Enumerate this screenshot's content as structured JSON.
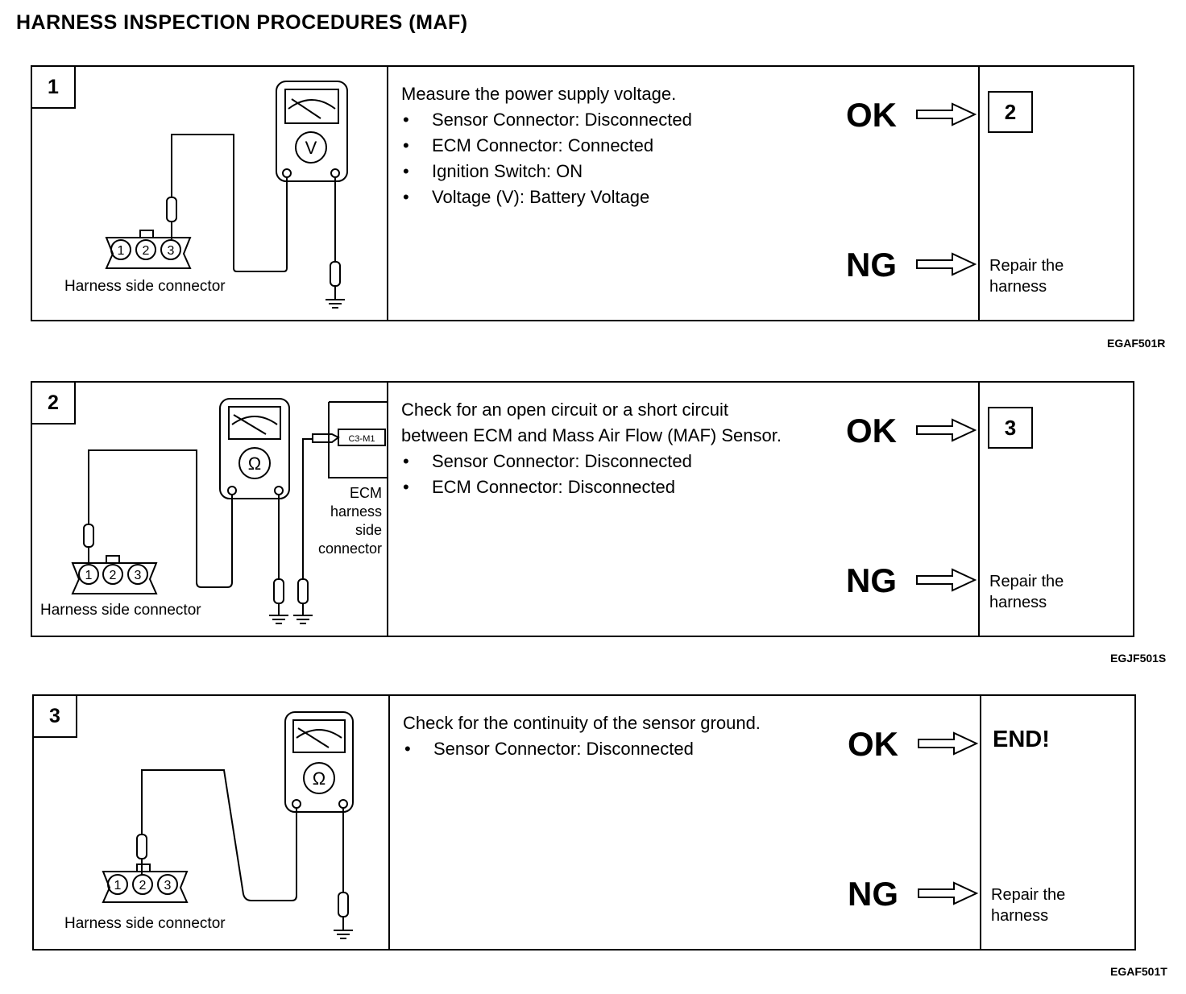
{
  "title": "HARNESS INSPECTION PROCEDURES (MAF)",
  "labels": {
    "ok": "OK",
    "ng": "NG",
    "repair": "Repair the harness",
    "connector_caption": "Harness side connector"
  },
  "connector_pins": [
    "1",
    "2",
    "3"
  ],
  "steps": [
    {
      "number": "1",
      "meter_symbol": "V",
      "description": [
        "Measure the power supply voltage."
      ],
      "bullets": [
        "Sensor Connector: Disconnected",
        "ECM Connector: Connected",
        "Ignition Switch: ON",
        "Voltage (V): Battery Voltage"
      ],
      "ok_result": "2",
      "figure_code": "EGAF501R"
    },
    {
      "number": "2",
      "meter_symbol": "Ω",
      "description": [
        "Check for an open circuit or a short circuit",
        "between ECM and Mass Air Flow (MAF) Sensor."
      ],
      "bullets": [
        "Sensor Connector: Disconnected",
        "ECM Connector: Disconnected"
      ],
      "ecm_label": "ECM harness side connector",
      "ecm_connector_tag": "C3-M1",
      "ok_result": "3",
      "figure_code": "EGJF501S"
    },
    {
      "number": "3",
      "meter_symbol": "Ω",
      "description": [
        "Check for the continuity of the sensor ground."
      ],
      "bullets": [
        "Sensor Connector: Disconnected"
      ],
      "ok_result": "END!",
      "figure_code": "EGAF501T"
    }
  ]
}
